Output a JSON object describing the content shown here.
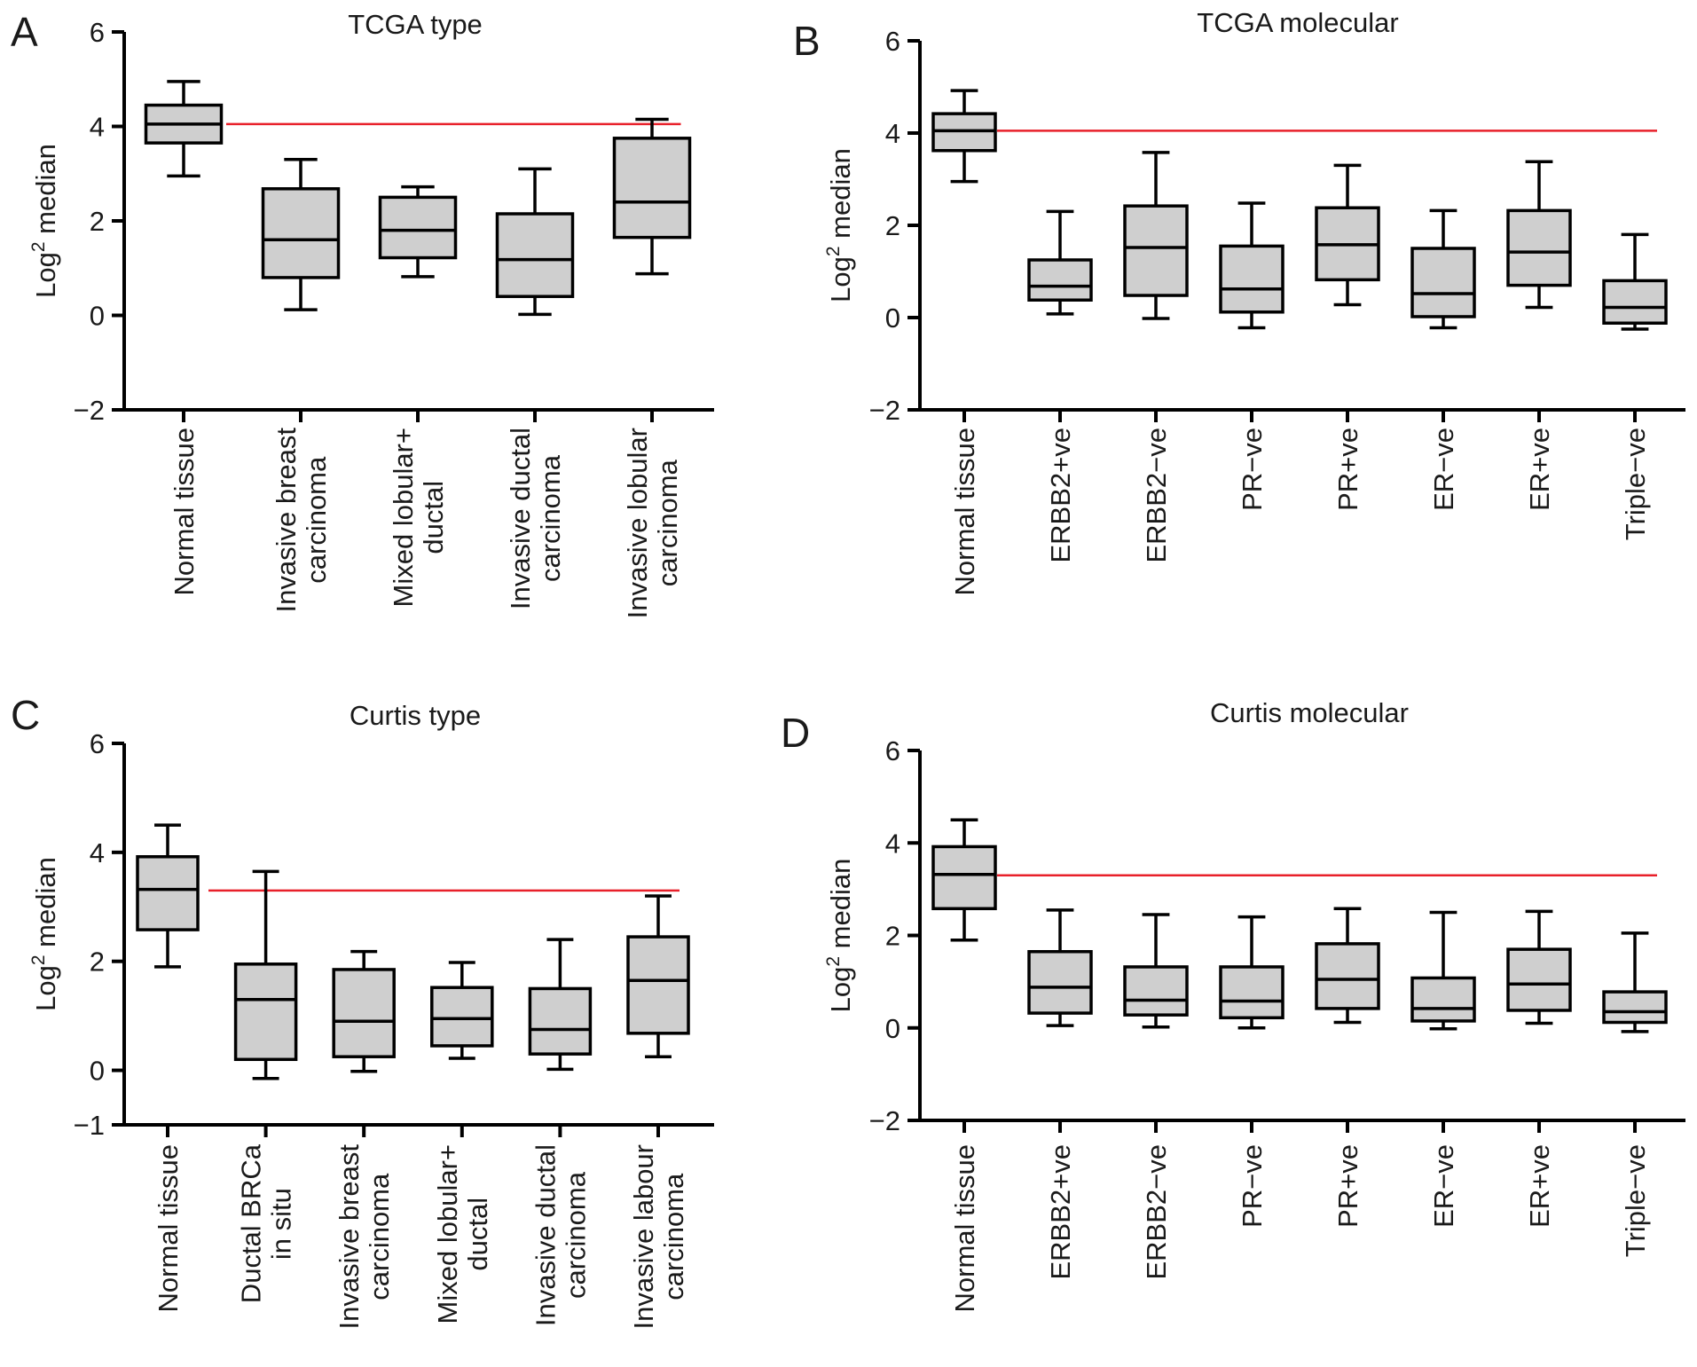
{
  "chart_data": [
    {
      "panel": "A",
      "type": "box",
      "title": "TCGA type",
      "ylabel": "Log² median",
      "ylim": [
        -2,
        6
      ],
      "yticks": [
        -2,
        0,
        2,
        4,
        6
      ],
      "reference_line": 4.05,
      "reference_color": "#e8202a",
      "categories": [
        [
          "Normal tissue"
        ],
        [
          "Invasive breast",
          "carcinoma"
        ],
        [
          "Mixed lobular+",
          "ductal"
        ],
        [
          "Invasive ductal",
          "carcinoma"
        ],
        [
          "Invasive lobular",
          "carcinoma"
        ]
      ],
      "boxes": [
        {
          "min": 2.95,
          "q1": 3.65,
          "median": 4.05,
          "q3": 4.45,
          "max": 4.95
        },
        {
          "min": 0.12,
          "q1": 0.8,
          "median": 1.6,
          "q3": 2.68,
          "max": 3.3
        },
        {
          "min": 0.82,
          "q1": 1.22,
          "median": 1.8,
          "q3": 2.5,
          "max": 2.72
        },
        {
          "min": 0.02,
          "q1": 0.4,
          "median": 1.18,
          "q3": 2.15,
          "max": 3.1
        },
        {
          "min": 0.88,
          "q1": 1.65,
          "median": 2.4,
          "q3": 3.75,
          "max": 4.15
        }
      ]
    },
    {
      "panel": "B",
      "type": "box",
      "title": "TCGA molecular",
      "ylabel": "Log² median",
      "ylim": [
        -2,
        6
      ],
      "yticks": [
        -2,
        0,
        2,
        4,
        6
      ],
      "reference_line": 4.05,
      "reference_color": "#e8202a",
      "categories": [
        [
          "Normal tissue"
        ],
        [
          "ERBB2+ve"
        ],
        [
          "ERBB2−ve"
        ],
        [
          "PR−ve"
        ],
        [
          "PR+ve"
        ],
        [
          "ER−ve"
        ],
        [
          "ER+ve"
        ],
        [
          "Triple−ve"
        ]
      ],
      "boxes": [
        {
          "min": 2.95,
          "q1": 3.62,
          "median": 4.05,
          "q3": 4.42,
          "max": 4.92
        },
        {
          "min": 0.08,
          "q1": 0.38,
          "median": 0.68,
          "q3": 1.25,
          "max": 2.3
        },
        {
          "min": -0.02,
          "q1": 0.48,
          "median": 1.52,
          "q3": 2.42,
          "max": 3.58
        },
        {
          "min": -0.22,
          "q1": 0.12,
          "median": 0.62,
          "q3": 1.55,
          "max": 2.48
        },
        {
          "min": 0.28,
          "q1": 0.82,
          "median": 1.58,
          "q3": 2.38,
          "max": 3.3
        },
        {
          "min": -0.22,
          "q1": 0.02,
          "median": 0.52,
          "q3": 1.5,
          "max": 2.32
        },
        {
          "min": 0.22,
          "q1": 0.7,
          "median": 1.42,
          "q3": 2.32,
          "max": 3.38
        },
        {
          "min": -0.25,
          "q1": -0.12,
          "median": 0.22,
          "q3": 0.8,
          "max": 1.8
        }
      ]
    },
    {
      "panel": "C",
      "type": "box",
      "title": "Curtis type",
      "ylabel": "Log² median",
      "ylim": [
        -1,
        6
      ],
      "yticks": [
        -1,
        0,
        2,
        4,
        6
      ],
      "reference_line": 3.3,
      "reference_color": "#e8202a",
      "categories": [
        [
          "Normal tissue"
        ],
        [
          "Ductal BRCa",
          "in situ"
        ],
        [
          "Invasive breast",
          "carcinoma"
        ],
        [
          "Mixed lobular+",
          "ductal"
        ],
        [
          "Invasive ductal",
          "carcinoma"
        ],
        [
          "Invasive labour",
          "carcinoma"
        ]
      ],
      "boxes": [
        {
          "min": 1.9,
          "q1": 2.58,
          "median": 3.32,
          "q3": 3.92,
          "max": 4.5
        },
        {
          "min": -0.15,
          "q1": 0.2,
          "median": 1.3,
          "q3": 1.95,
          "max": 3.65
        },
        {
          "min": -0.02,
          "q1": 0.25,
          "median": 0.9,
          "q3": 1.85,
          "max": 2.18
        },
        {
          "min": 0.22,
          "q1": 0.45,
          "median": 0.95,
          "q3": 1.52,
          "max": 1.98
        },
        {
          "min": 0.02,
          "q1": 0.3,
          "median": 0.75,
          "q3": 1.5,
          "max": 2.4
        },
        {
          "min": 0.25,
          "q1": 0.68,
          "median": 1.65,
          "q3": 2.45,
          "max": 3.2
        }
      ]
    },
    {
      "panel": "D",
      "type": "box",
      "title": "Curtis molecular",
      "ylabel": "Log² median",
      "ylim": [
        -2,
        6
      ],
      "yticks": [
        -2,
        0,
        2,
        4,
        6
      ],
      "reference_line": 3.3,
      "reference_color": "#e8202a",
      "categories": [
        [
          "Normal tissue"
        ],
        [
          "ERBB2+ve"
        ],
        [
          "ERBB2−ve"
        ],
        [
          "PR−ve"
        ],
        [
          "PR+ve"
        ],
        [
          "ER−ve"
        ],
        [
          "ER+ve"
        ],
        [
          "Triple−ve"
        ]
      ],
      "boxes": [
        {
          "min": 1.9,
          "q1": 2.58,
          "median": 3.32,
          "q3": 3.92,
          "max": 4.5
        },
        {
          "min": 0.05,
          "q1": 0.32,
          "median": 0.88,
          "q3": 1.65,
          "max": 2.55
        },
        {
          "min": 0.02,
          "q1": 0.28,
          "median": 0.6,
          "q3": 1.32,
          "max": 2.45
        },
        {
          "min": 0.0,
          "q1": 0.22,
          "median": 0.58,
          "q3": 1.32,
          "max": 2.4
        },
        {
          "min": 0.12,
          "q1": 0.42,
          "median": 1.05,
          "q3": 1.82,
          "max": 2.58
        },
        {
          "min": -0.02,
          "q1": 0.15,
          "median": 0.42,
          "q3": 1.08,
          "max": 2.5
        },
        {
          "min": 0.1,
          "q1": 0.38,
          "median": 0.95,
          "q3": 1.7,
          "max": 2.52
        },
        {
          "min": -0.08,
          "q1": 0.12,
          "median": 0.35,
          "q3": 0.78,
          "max": 2.05
        }
      ]
    }
  ]
}
